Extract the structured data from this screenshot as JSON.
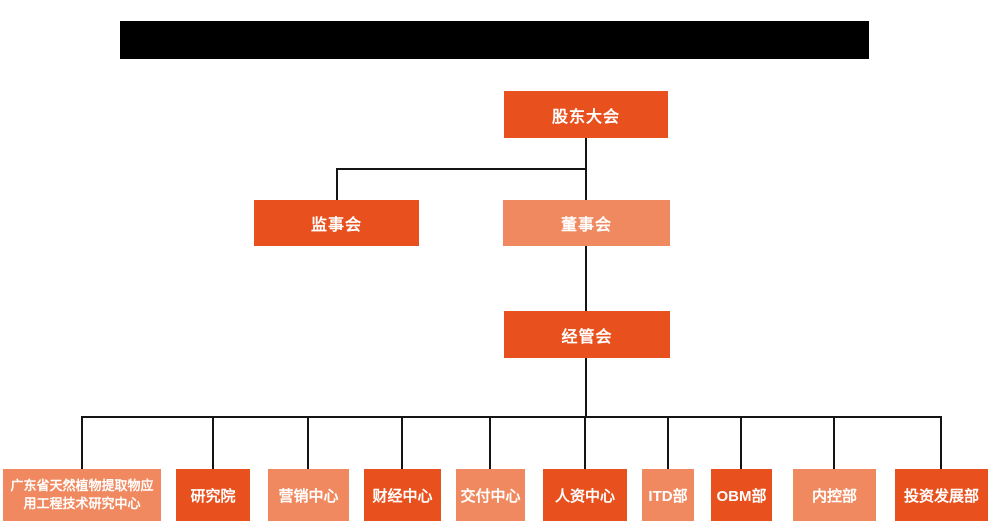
{
  "colors": {
    "primary": "#E8501E",
    "secondary": "#F0895F",
    "line": "#141414",
    "redaction": "#000000",
    "node_text": "#FFFFFF",
    "background": "#FFFFFF"
  },
  "org_chart": {
    "type": "organizational-chart",
    "title_bar": {
      "state": "redacted-black-bar"
    },
    "nodes": {
      "shareholders": {
        "label": "股东大会",
        "tone": "primary",
        "parent": null
      },
      "supervisory": {
        "label": "监事会",
        "tone": "primary",
        "parent": "股东大会"
      },
      "board": {
        "label": "董事会",
        "tone": "secondary",
        "parent": "股东大会"
      },
      "management": {
        "label": "经管会",
        "tone": "primary",
        "parent": "董事会"
      }
    },
    "departments": [
      {
        "label": "广东省天然植物提取物应用工程技术研究中心",
        "tone": "secondary",
        "parent": "经管会"
      },
      {
        "label": "研究院",
        "tone": "primary",
        "parent": "经管会"
      },
      {
        "label": "营销中心",
        "tone": "secondary",
        "parent": "经管会"
      },
      {
        "label": "财经中心",
        "tone": "primary",
        "parent": "经管会"
      },
      {
        "label": "交付中心",
        "tone": "secondary",
        "parent": "经管会"
      },
      {
        "label": "人资中心",
        "tone": "primary",
        "parent": "经管会"
      },
      {
        "label": "ITD部",
        "tone": "secondary",
        "parent": "经管会"
      },
      {
        "label": "OBM部",
        "tone": "primary",
        "parent": "经管会"
      },
      {
        "label": "内控部",
        "tone": "secondary",
        "parent": "经管会"
      },
      {
        "label": "投资发展部",
        "tone": "primary",
        "parent": "经管会"
      }
    ]
  }
}
